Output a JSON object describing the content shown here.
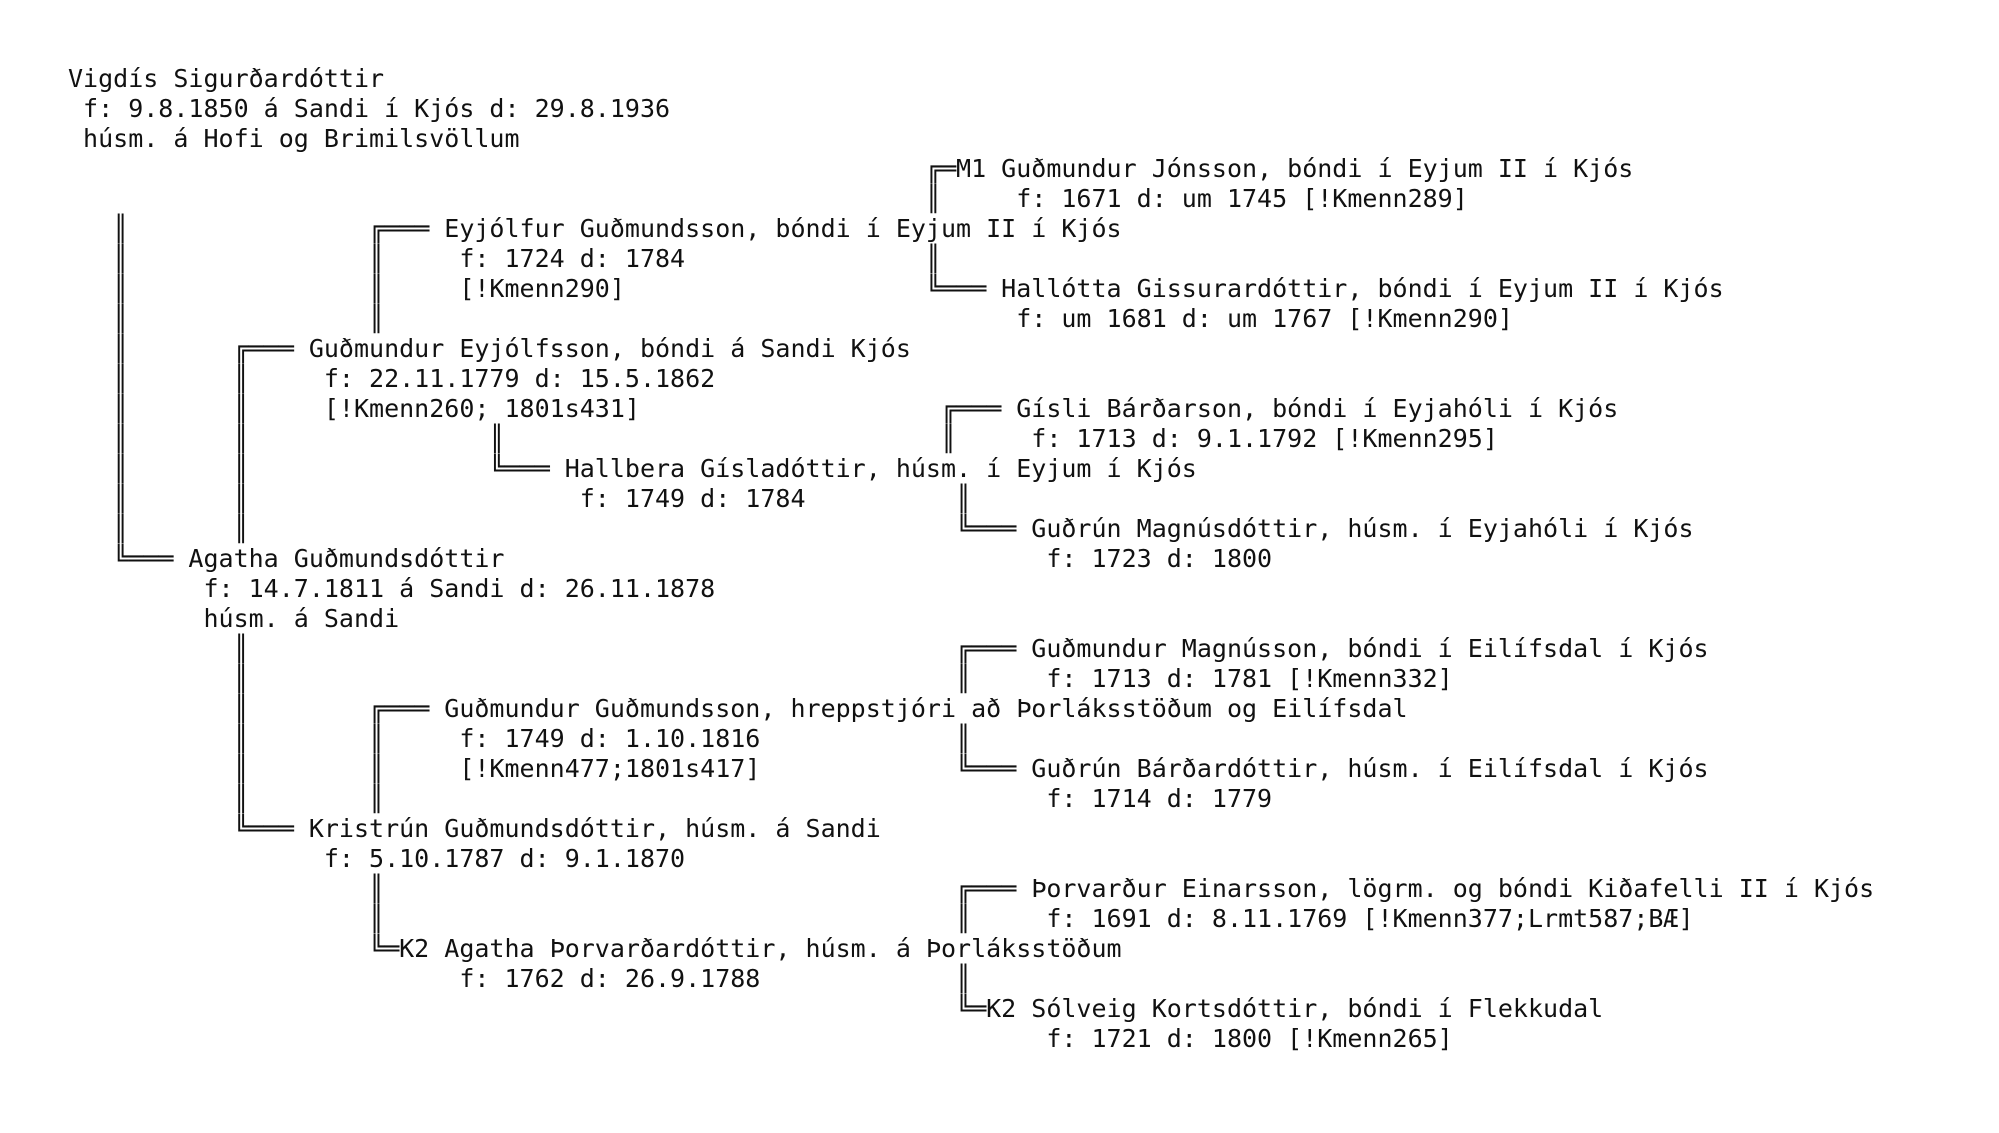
{
  "document": {
    "lines": [
      "Vigdís Sigurðardóttir",
      " f: 9.8.1850 á Sandi í Kjós d: 29.8.1936",
      " húsm. á Hofi og Brimilsvöllum",
      "                                                         ╔═M1 Guðmundur Jónsson, bóndi í Eyjum II í Kjós",
      "                                                         ║     f: 1671 d: um 1745 [!Kmenn289]",
      "   ║                ╔═══ Eyjólfur Guðmundsson, bóndi í Eyjum II í Kjós",
      "   ║                ║     f: 1724 d: 1784                ║",
      "   ║                ║     [!Kmenn290]                    ╚═══ Hallótta Gissurardóttir, bóndi í Eyjum II í Kjós",
      "   ║                ║                                          f: um 1681 d: um 1767 [!Kmenn290]",
      "   ║       ╔═══ Guðmundur Eyjólfsson, bóndi á Sandi Kjós",
      "   ║       ║     f: 22.11.1779 d: 15.5.1862",
      "   ║       ║     [!Kmenn260; 1801s431]                    ╔═══ Gísli Bárðarson, bóndi í Eyjahóli í Kjós",
      "   ║       ║                ║                             ║     f: 1713 d: 9.1.1792 [!Kmenn295]",
      "   ║       ║                ╚═══ Hallbera Gísladóttir, húsm. í Eyjum í Kjós",
      "   ║       ║                      f: 1749 d: 1784          ║",
      "   ║       ║                                               ╚═══ Guðrún Magnúsdóttir, húsm. í Eyjahóli í Kjós",
      "   ╚═══ Agatha Guðmundsdóttir                                    f: 1723 d: 1800",
      "         f: 14.7.1811 á Sandi d: 26.11.1878",
      "         húsm. á Sandi",
      "           ║                                               ╔═══ Guðmundur Magnússon, bóndi í Eilífsdal í Kjós",
      "           ║                                               ║     f: 1713 d: 1781 [!Kmenn332]",
      "           ║        ╔═══ Guðmundur Guðmundsson, hreppstjóri að Þorláksstöðum og Eilífsdal",
      "           ║        ║     f: 1749 d: 1.10.1816             ║",
      "           ║        ║     [!Kmenn477;1801s417]             ╚═══ Guðrún Bárðardóttir, húsm. í Eilífsdal í Kjós",
      "           ║        ║                                            f: 1714 d: 1779",
      "           ╚═══ Kristrún Guðmundsdóttir, húsm. á Sandi",
      "                 f: 5.10.1787 d: 9.1.1870",
      "                    ║                                      ╔═══ Þorvarður Einarsson, lögrm. og bóndi Kiðafelli II í Kjós",
      "                    ║                                      ║     f: 1691 d: 8.11.1769 [!Kmenn377;Lrmt587;BÆ]",
      "                    ╚═K2 Agatha Þorvarðardóttir, húsm. á Þorláksstöðum",
      "                          f: 1762 d: 26.9.1788             ║",
      "                                                           ╚═K2 Sólveig Kortsdóttir, bóndi í Flekkudal",
      "                                                                 f: 1721 d: 1800 [!Kmenn265]"
    ]
  }
}
